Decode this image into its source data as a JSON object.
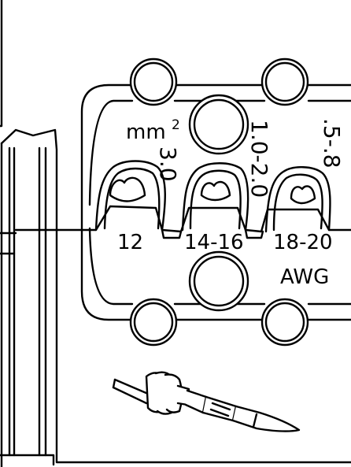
{
  "labels": {
    "mm_unit": "mm",
    "mm_sup": "2",
    "mm_size_1": "3.0",
    "mm_size_2": "1.0-2.0",
    "mm_size_3": ".5-.8",
    "awg_size_1": "12",
    "awg_size_2": "14-16",
    "awg_size_3": "18-20",
    "awg_unit": "AWG"
  },
  "colors": {
    "line": "#000000",
    "fill": "#ffffff"
  }
}
